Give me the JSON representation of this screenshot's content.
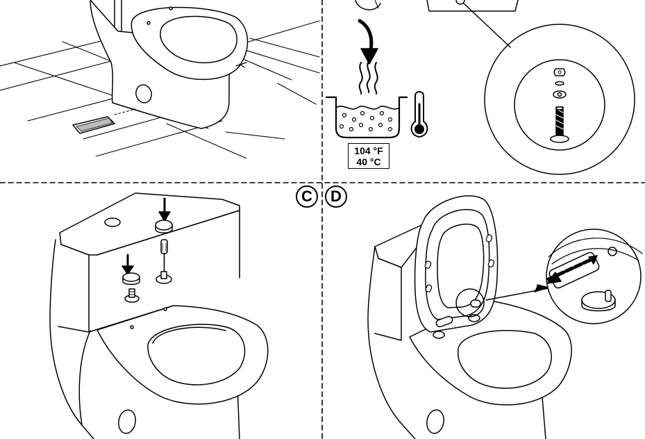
{
  "figure": {
    "temperature": {
      "fahrenheit": "104 °F",
      "celsius": "40 °C"
    },
    "step_labels": [
      "C",
      "D"
    ]
  }
}
